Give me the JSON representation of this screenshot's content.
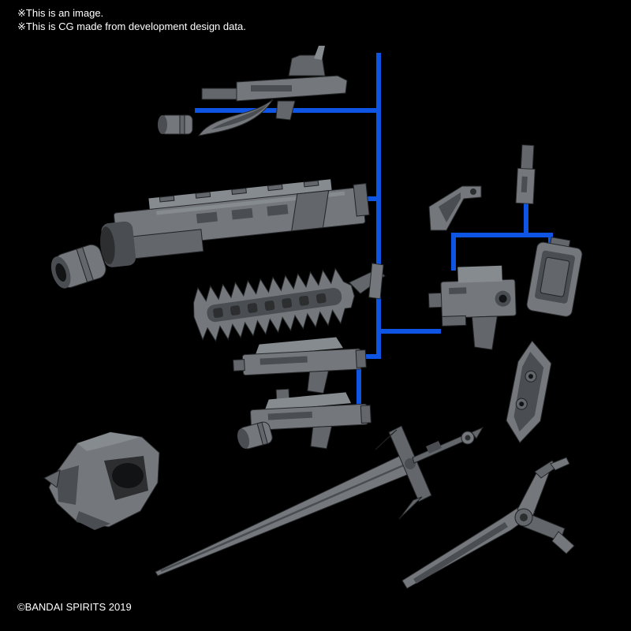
{
  "notices": [
    {
      "text": "※This is an image."
    },
    {
      "text": "※This is CG made from development design data."
    }
  ],
  "copyright": "©BANDAI SPIRITS 2019",
  "colors": {
    "background": "#000000",
    "runner": "#0f55e3",
    "part_base": "#74787c",
    "part_mid": "#63676b",
    "part_light": "#868b8f",
    "part_dark": "#4a4e52",
    "part_darker": "#2c2e30"
  },
  "parts": [
    {
      "id": "blade-gun",
      "label": "gun with curved blade"
    },
    {
      "id": "muzzle-cap-a",
      "label": "small cylinder muzzle part"
    },
    {
      "id": "long-rifle",
      "label": "long rifle"
    },
    {
      "id": "muzzle-cap-b",
      "label": "large cylinder muzzle part"
    },
    {
      "id": "chainsaw-blade",
      "label": "serrated chainsaw blade with handle"
    },
    {
      "id": "smg-a",
      "label": "submachine gun"
    },
    {
      "id": "smg-b",
      "label": "submachine gun with scope and muzzle part"
    },
    {
      "id": "joint-bracket",
      "label": "angled joint bracket"
    },
    {
      "id": "thin-connector",
      "label": "thin connector part"
    },
    {
      "id": "handgun",
      "label": "handgun"
    },
    {
      "id": "shield-plate",
      "label": "rectangular shield plate"
    },
    {
      "id": "small-shield",
      "label": "hexagonal small shield"
    },
    {
      "id": "mecha-head",
      "label": "mecha head"
    },
    {
      "id": "great-sword",
      "label": "great sword"
    },
    {
      "id": "claw-scythe",
      "label": "claw scythe arm"
    }
  ]
}
